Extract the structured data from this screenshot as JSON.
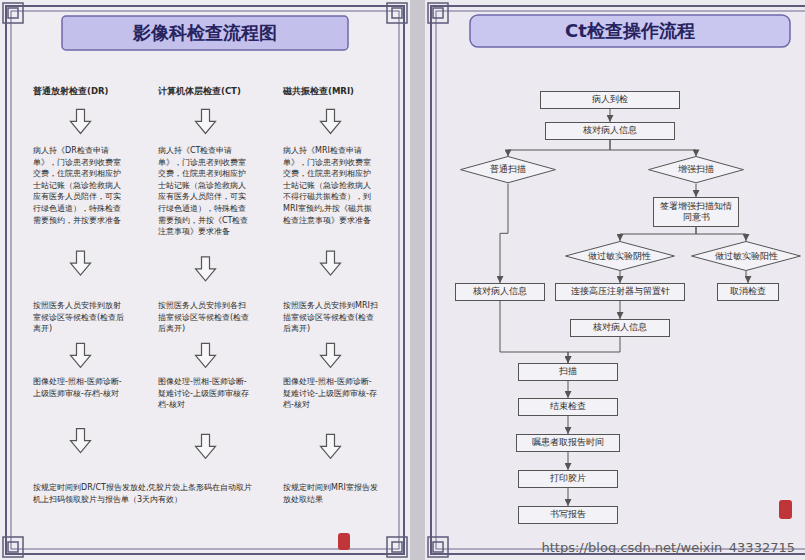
{
  "diagram": {
    "nodes": [
      {
        "text": [
          "影像科检查流程图",
          "普通放射检查(DR)",
          "计算机体层检查(CT)",
          "磁共振检查(MRI)",
          "病人持《DR检查申请单》，门诊患者到收费室交费，住院患者到相应护士站记账（急诊抢救病人应有医务人员陪伴，可实行绿色通道），特殊检查需要预约，并按要求准备",
          "病人持《CT检查申请单》，门诊患者到收费室交费，住院患者到相应护士站记账（急诊抢救病人应有医务人员陪伴，可实行绿色通道），特殊检查需要预约，并按《CT检查注意事项》要求准备",
          "病人持《MRI检查申请单》，门诊患者到收费室交费，住院患者到相应护士站记账（急诊抢救病人不得行磁共振检查），到MRI室预约,并按《磁共振检查注意事项》要求准备",
          "按照医务人员安排到放射室候诊区等候检查(检查后离开)",
          "按照医务人员安排到各扫描室候诊区等候检查(检查后离开)",
          "按照医务人员安排到MRI扫描室候诊区等候检查(检查后离开)",
          "图像处理-照相-医师诊断-上级医师审核-存档-核对",
          "图像处理-照相-医师诊断-疑难讨论-上级医师审核存档-核对",
          "图像处理-照相-医师诊断-疑难讨论-上级医师审核-存档-核对",
          "按规定时间到DR/CT报告发放处,凭胶片袋上条形码在自动取片机上扫码领取胶片与报告单（3天内有效）",
          "按规定时间到MRI室报告发放处取结果"
        ]
      },
      {
        "text": [
          "Ct检查操作流程"
        ]
      },
      {
        "text": [
          "病人到检"
        ],
        "in": 1
      },
      {
        "text": [
          "核对病人信息"
        ],
        "in": 1
      },
      {
        "text": [
          "普通扫描"
        ],
        "in": 1
      },
      {
        "text": [
          "增强扫描"
        ],
        "in": 1
      },
      {
        "text": [
          "签署增强扫描知情同意书"
        ],
        "in": 1
      },
      {
        "text": [
          "做过敏实验阴性"
        ],
        "in": 1
      },
      {
        "text": [
          "做过敏实验阳性"
        ],
        "in": 1
      },
      {
        "text": [
          "核对病人信息"
        ],
        "in": 1
      },
      {
        "text": [
          "连接高压注射器与留置针"
        ],
        "in": 1
      },
      {
        "text": [
          "取消检查"
        ],
        "in": 1
      },
      {
        "text": [
          "核对病人信息"
        ],
        "in": 1
      },
      {
        "text": [
          "扫描"
        ],
        "in": 1
      },
      {
        "text": [
          "结束检查"
        ],
        "in": 1
      },
      {
        "text": [
          "嘱患者取报告时间"
        ],
        "in": 1
      },
      {
        "text": [
          "打印胶片"
        ],
        "in": 1
      },
      {
        "text": [
          "书写报告"
        ],
        "in": 1
      }
    ],
    "edges": [
      {
        "from": 2,
        "to": 3,
        "arrow": "to"
      },
      {
        "from": 3,
        "to": 4,
        "arrow": "to"
      },
      {
        "from": 3,
        "to": 5,
        "arrow": "to"
      },
      {
        "from": 4,
        "to": 9,
        "arrow": "to"
      },
      {
        "from": 5,
        "to": 6,
        "arrow": "to"
      },
      {
        "from": 6,
        "to": 7,
        "arrow": "to"
      },
      {
        "from": 6,
        "to": 8,
        "arrow": "to"
      },
      {
        "from": 7,
        "to": 10,
        "arrow": "to"
      },
      {
        "from": 8,
        "to": 11,
        "arrow": "to"
      },
      {
        "from": 10,
        "to": 12,
        "arrow": "to"
      },
      {
        "from": 9,
        "to": 13,
        "arrow": "to"
      },
      {
        "from": 12,
        "to": 13,
        "arrow": "to"
      },
      {
        "from": 13,
        "to": 14,
        "arrow": "to"
      },
      {
        "from": 14,
        "to": 15,
        "arrow": "to"
      },
      {
        "from": 15,
        "to": 16,
        "arrow": "to"
      },
      {
        "from": 16,
        "to": 17,
        "arrow": "to"
      }
    ],
    "labels": [
      "https://blog.csdn.net/weixin_43332715"
    ]
  }
}
